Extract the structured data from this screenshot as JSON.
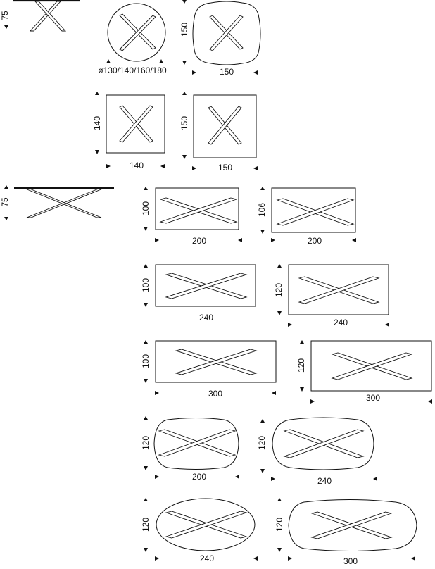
{
  "profiles": [
    {
      "height": "75"
    },
    {
      "height": "75"
    }
  ],
  "tables": [
    {
      "shape": "round",
      "depth": "",
      "width": "ø130/140/160/180"
    },
    {
      "shape": "super-square",
      "depth": "150",
      "width": "150"
    },
    {
      "shape": "square",
      "depth": "140",
      "width": "140"
    },
    {
      "shape": "square",
      "depth": "150",
      "width": "150"
    },
    {
      "shape": "rectangle",
      "depth": "100",
      "width": "200"
    },
    {
      "shape": "rectangle",
      "depth": "106",
      "width": "200"
    },
    {
      "shape": "rectangle",
      "depth": "100",
      "width": "240"
    },
    {
      "shape": "rectangle",
      "depth": "120",
      "width": "240"
    },
    {
      "shape": "rectangle",
      "depth": "100",
      "width": "300"
    },
    {
      "shape": "rectangle",
      "depth": "120",
      "width": "300"
    },
    {
      "shape": "barrel",
      "depth": "120",
      "width": "200"
    },
    {
      "shape": "barrel",
      "depth": "120",
      "width": "240"
    },
    {
      "shape": "oval",
      "depth": "120",
      "width": "240"
    },
    {
      "shape": "barrel",
      "depth": "120",
      "width": "300"
    }
  ]
}
